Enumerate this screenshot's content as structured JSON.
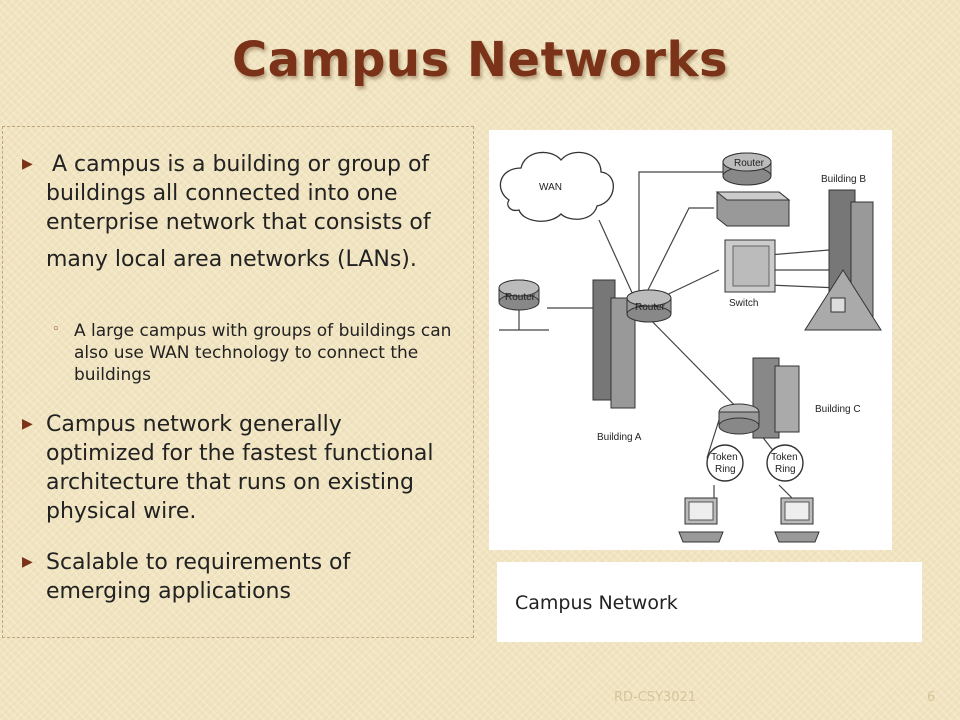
{
  "slide": {
    "title": "Campus Networks",
    "footer": "RD-CSY3021",
    "page_number": "6"
  },
  "content": {
    "bullet1_line1": "A campus is a building or group of buildings all connected into one enterprise network that consists of",
    "bullet1_line2": "many local area networks (LANs).",
    "sub1": "A large campus with groups of buildings can also use WAN technology to connect the buildings",
    "bullet2": "Campus network generally optimized for the fastest functional architecture that runs on existing physical wire.",
    "bullet3": "Scalable to requirements of emerging applications"
  },
  "figure": {
    "caption": "Campus Network",
    "labels": {
      "wan": "WAN",
      "router_top": "Router",
      "router_left": "Router",
      "router_center": "Router",
      "building_b": "Building B",
      "switch": "Switch",
      "building_a": "Building A",
      "building_c": "Building C",
      "token_ring_1a": "Token",
      "token_ring_1b": "Ring",
      "token_ring_2a": "Token",
      "token_ring_2b": "Ring"
    },
    "icons": [
      "cloud-icon",
      "router-icon",
      "switch-icon",
      "building-icon",
      "token-ring-icon",
      "workstation-icon"
    ]
  },
  "colors": {
    "title": "#7a3218",
    "background": "#f1e4c0",
    "bullet_accent": "#7a3218"
  }
}
